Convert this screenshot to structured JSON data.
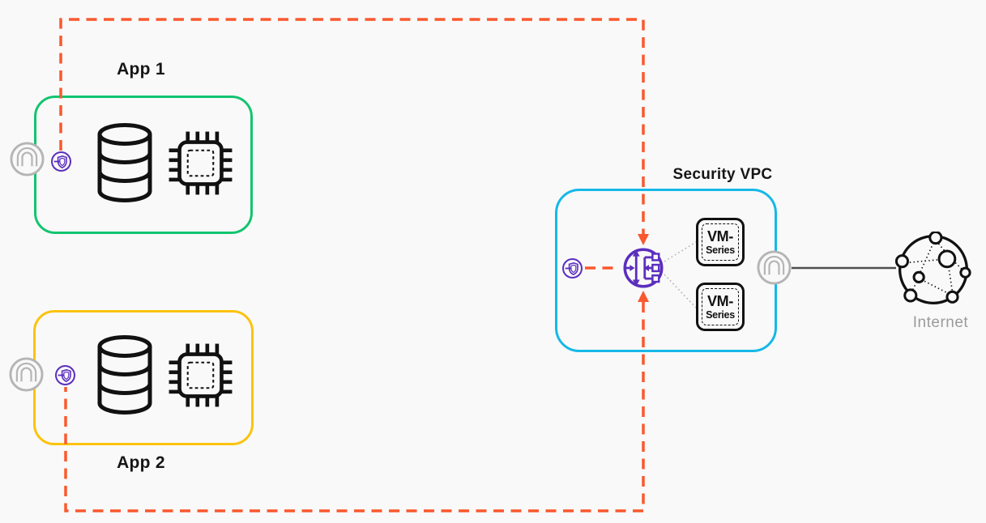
{
  "diagram": {
    "app1": {
      "label": "App 1"
    },
    "app2": {
      "label": "App 2"
    },
    "security_vpc": {
      "label": "Security VPC"
    },
    "internet": {
      "label": "Internet"
    },
    "vm_boxes": [
      {
        "line1": "VM-",
        "line2": "Series"
      },
      {
        "line1": "VM-",
        "line2": "Series"
      }
    ],
    "icons": {
      "gray_circle": "network-interface-icon",
      "purple_circle": "gwlb-endpoint-icon",
      "purple_center": "gateway-load-balancer-icon",
      "cylinder": "database-icon",
      "chip": "compute-icon",
      "globe": "internet-icon"
    },
    "colors": {
      "app1_border": "#12c46f",
      "app2_border": "#fcc30c",
      "vpc_border": "#16b8e8",
      "flow_dashed": "#fa582d",
      "endpoint_purple": "#5b2ebe",
      "eni_gray": "#b5b5b5",
      "internet_line": "#4f4f4f",
      "dotted_gray": "#b9b9b9",
      "icon_black": "#111111",
      "text": "#161616",
      "muted_text": "#9b9b9b",
      "background": "#f9f9f9"
    }
  }
}
